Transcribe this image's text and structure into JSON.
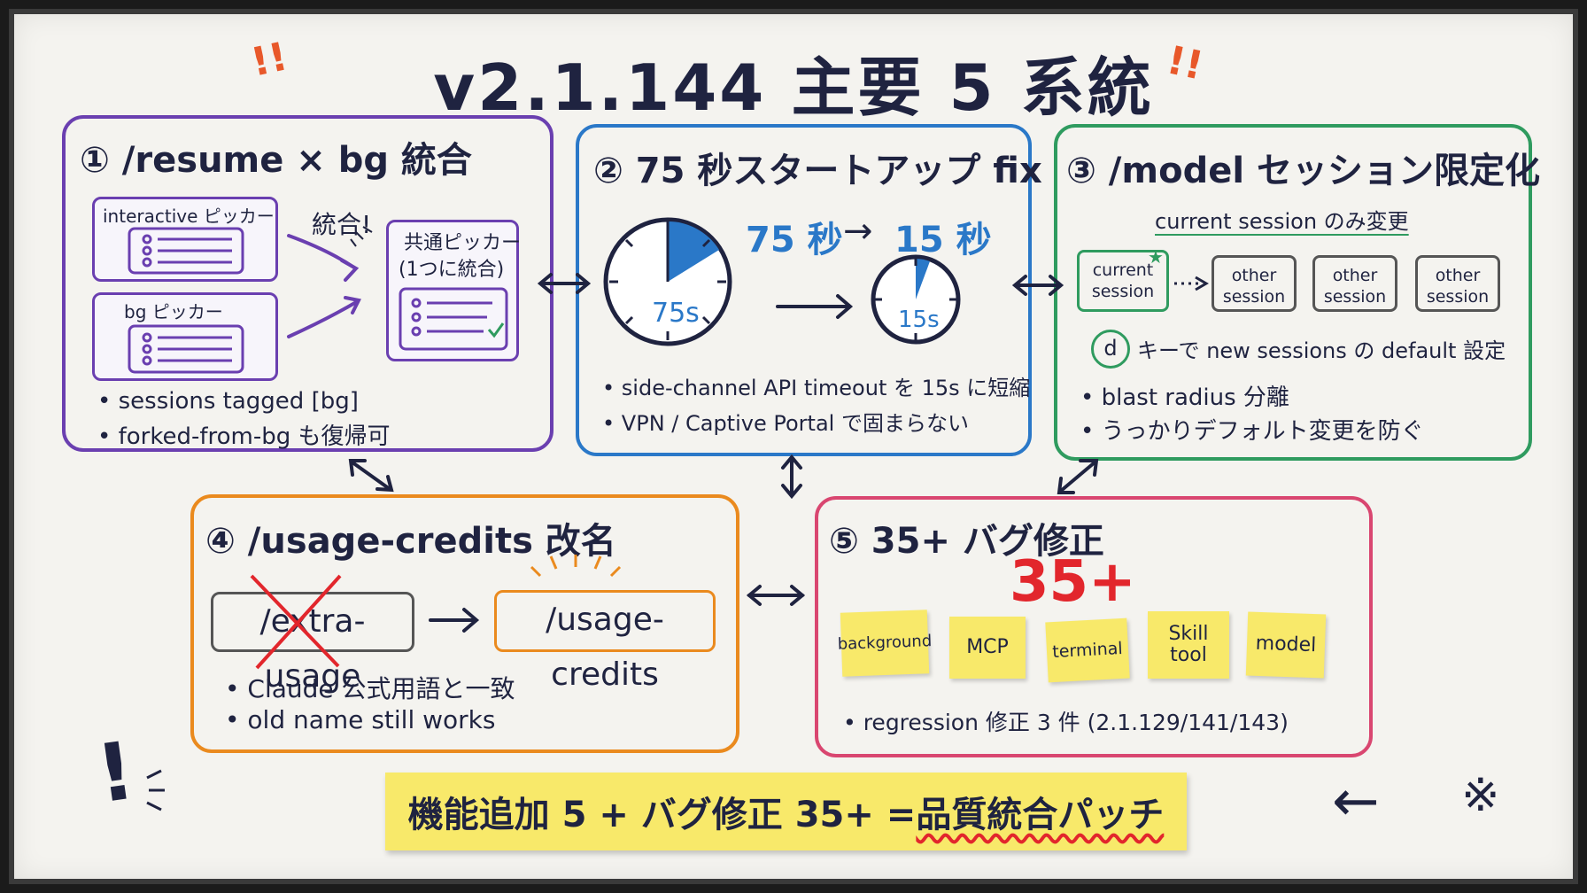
{
  "title": "v2.1.144 主要 5 系統",
  "panels": {
    "p1": {
      "title": "① /resume × bg 統合",
      "picker_a": "interactive ピッカー",
      "picker_b": "bg ピッカー",
      "merge_label": "統合!",
      "shared_l1": "共通ピッカー",
      "shared_l2": "(1つに統合)",
      "bullets": [
        "sessions tagged [bg]",
        "forked-from-bg も復帰可"
      ]
    },
    "p2": {
      "title": "② 75 秒スタートアップ fix",
      "before": "75 秒",
      "arrow": "→",
      "after": "15 秒",
      "clock_big": "75s",
      "clock_small": "15s",
      "bullets": [
        "side-channel API timeout を 15s に短縮",
        "VPN / Captive Portal で固まらない"
      ]
    },
    "p3": {
      "title": "③ /model セッション限定化",
      "subtitle": "current session のみ変更",
      "sessions": [
        "current session",
        "other session",
        "other session",
        "other session"
      ],
      "key": "d",
      "key_text": "キーで new sessions の default 設定",
      "bullets": [
        "blast radius 分離",
        "うっかりデフォルト変更を防ぐ"
      ]
    },
    "p4": {
      "title": "④ /usage-credits 改名",
      "old_cmd": "/extra-usage",
      "new_cmd": "/usage-credits",
      "bullets": [
        "Claude 公式用語と一致",
        "old name still works"
      ]
    },
    "p5": {
      "title": "⑤ 35+ バグ修正",
      "big_number": "35+",
      "stickies": [
        "background",
        "MCP",
        "terminal",
        "Skill tool",
        "model"
      ],
      "bullet": "regression 修正 3 件 (2.1.129/141/143)"
    }
  },
  "summary": {
    "left": "機能追加 5 + バグ修正 35+ = ",
    "right": "品質統合パッチ"
  },
  "decor": {
    "exclaim_left": "!!",
    "exclaim_right": "!!",
    "big_exclaim": "!",
    "reference_mark": "※",
    "left_arrow": "←"
  },
  "colors": {
    "purple": "#6a3fb0",
    "blue": "#2a78c8",
    "green": "#2f9b5f",
    "orange": "#ea8a1e",
    "pink": "#d94670",
    "red": "#e2262c",
    "sticky": "#f8e96a",
    "ink": "#1f2340"
  }
}
